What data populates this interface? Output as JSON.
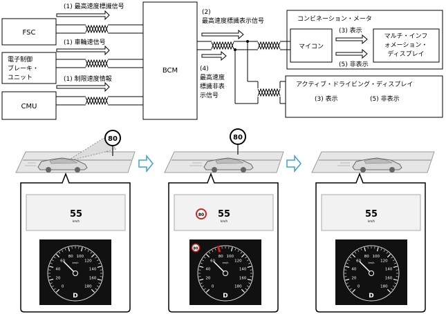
{
  "boxes": {
    "fsc": "FSC",
    "brake_line1": "電子制御",
    "brake_line2": "ブレーキ・",
    "brake_line3": "ユニット",
    "cmu": "CMU",
    "bcm": "BCM",
    "meter_title": "コンビネーション・メータ",
    "micon": "マイコン",
    "mid_line1": "マルチ・インフ",
    "mid_line2": "ォメーション・",
    "mid_line3": "ディスプレイ",
    "add_title": "アクティブ・ドライビング・ディスプレイ"
  },
  "signals": {
    "s1_speed_limit": "(1) 最高速度標識信号",
    "s1_wheel_speed": "(1) 車輪速信号",
    "s1_limit_info": "(1) 制限速度情報",
    "s2_num": "(2)",
    "s2_text": "最高速度標識表示信号",
    "s3_show_meter": "(3) 表示",
    "s5_hide_meter": "(5) 非表示",
    "s4_num": "(4)",
    "s4_line1": "最高速度",
    "s4_line2": "標識非表",
    "s4_line3": "示信号",
    "s3_show_add": "(3) 表示",
    "s5_hide_add": "(5) 非表示"
  },
  "scenes": {
    "sign_value": "80",
    "add_speed": "55",
    "add_unit": "km/h",
    "speedo_ticks": [
      "0",
      "20",
      "40",
      "60",
      "80",
      "100",
      "120",
      "140",
      "160",
      "180"
    ],
    "speedo_unit": "km/h",
    "gear": "D"
  },
  "colors": {
    "arrow_blue": "#3aa0d8",
    "sign_red": "#d32020",
    "needle_red": "#e02020",
    "dial_bg": "#111111",
    "add_bg": "#f2f2f2",
    "road_bg": "#e6e6e6"
  }
}
